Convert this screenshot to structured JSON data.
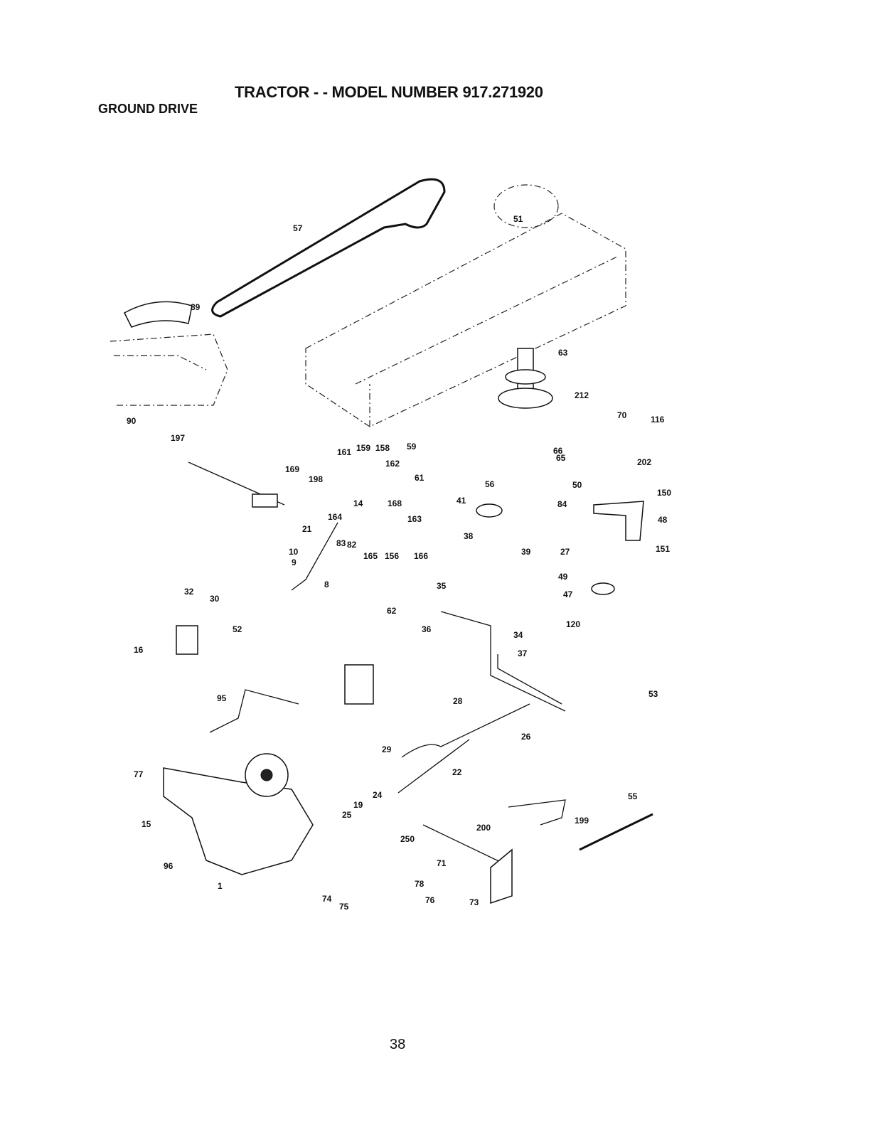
{
  "header": {
    "title": "TRACTOR - - MODEL NUMBER 917.271920",
    "section": "GROUND DRIVE"
  },
  "page_number": "38",
  "callouts": [
    "57",
    "51",
    "89",
    "63",
    "212",
    "70",
    "116",
    "90",
    "197",
    "161",
    "159",
    "158",
    "59",
    "66",
    "169",
    "162",
    "198",
    "61",
    "65",
    "56",
    "84",
    "41",
    "14",
    "163",
    "168",
    "164",
    "38",
    "39",
    "21",
    "83",
    "82",
    "165",
    "156",
    "166",
    "10",
    "9",
    "8",
    "62",
    "35",
    "36",
    "34",
    "37",
    "32",
    "30",
    "52",
    "16",
    "95",
    "28",
    "26",
    "29",
    "22",
    "24",
    "25",
    "19",
    "77",
    "15",
    "96",
    "1",
    "250",
    "200",
    "71",
    "74",
    "75",
    "78",
    "76",
    "73",
    "199",
    "55",
    "202",
    "50",
    "150",
    "48",
    "27",
    "151",
    "49",
    "47",
    "120",
    "53"
  ]
}
